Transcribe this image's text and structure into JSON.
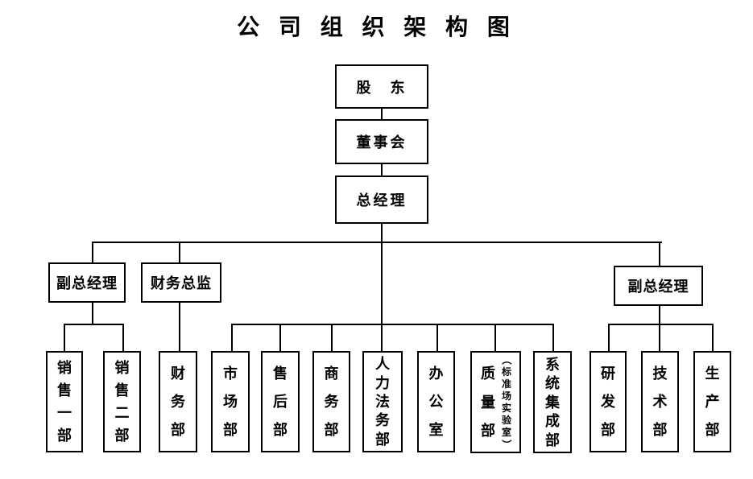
{
  "title": "公 司 组 织 架 构 图",
  "nodes": {
    "shareholders": "股　东",
    "board": "董事会",
    "gm": "总经理",
    "vgm_left": "副总经理",
    "cfo": "财务总监",
    "vgm_right": "副总经理",
    "sales1": "销售一部",
    "sales2": "销售二部",
    "finance": "财务部",
    "market": "市场部",
    "aftersales": "售后部",
    "commerce": "商务部",
    "hr_legal": "人力法务部",
    "office": "办公室",
    "quality": "质量部",
    "quality_note": "（标准场实验室）",
    "sysint": "系统集成部",
    "rnd": "研发部",
    "tech": "技术部",
    "production": "生产部"
  },
  "colors": {
    "line": "#000000",
    "text": "#000000",
    "background": "#ffffff"
  }
}
